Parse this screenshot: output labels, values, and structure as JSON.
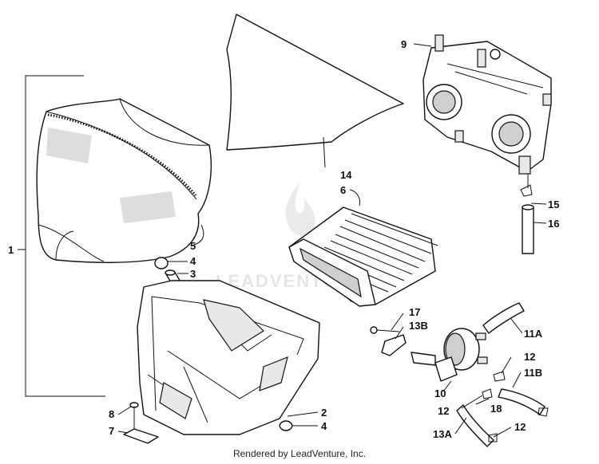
{
  "diagram": {
    "callouts": {
      "c1": "1",
      "c2": "2",
      "c3": "3",
      "c4a": "4",
      "c4b": "4",
      "c5": "5",
      "c6": "6",
      "c7": "7",
      "c8": "8",
      "c9": "9",
      "c10": "10",
      "c11a": "11A",
      "c11b": "11B",
      "c12a": "12",
      "c12b": "12",
      "c12c": "12",
      "c13a": "13A",
      "c13b": "13B",
      "c14": "14",
      "c15": "15",
      "c16": "16",
      "c17": "17",
      "c18": "18"
    },
    "watermark": "LEADVENTURE"
  },
  "footer": {
    "credit": "Rendered by LeadVenture, Inc."
  },
  "colors": {
    "line": "#111111",
    "background": "#ffffff",
    "watermark": "#e4e4e4"
  }
}
